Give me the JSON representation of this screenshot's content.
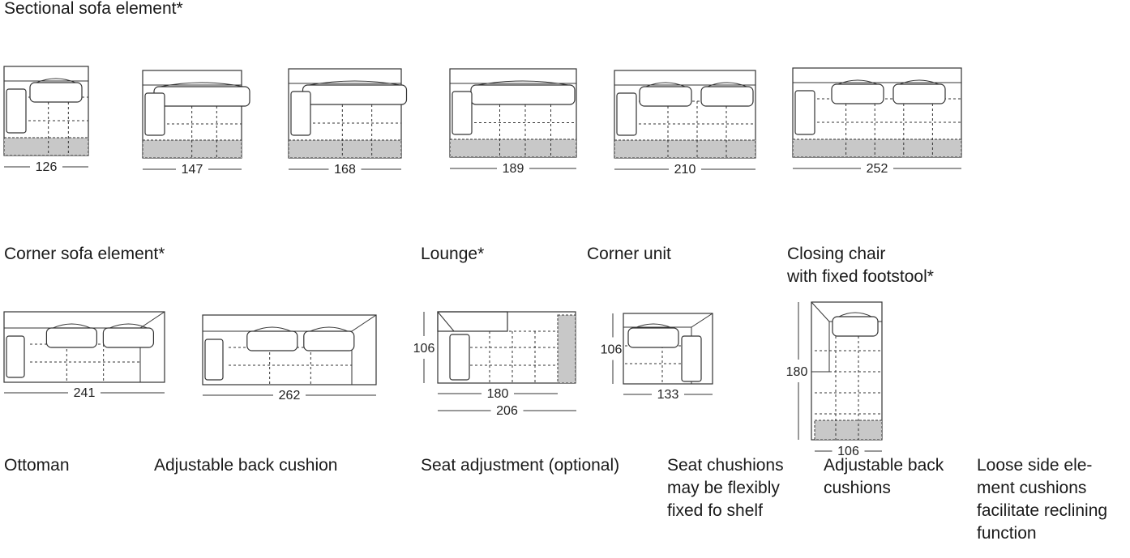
{
  "sections": {
    "sectional": "Sectional sofa element*",
    "corner": "Corner sofa element*",
    "lounge": "Lounge*",
    "corner_unit": "Corner unit",
    "closing_chair": "Closing chair\nwith fixed footstool*"
  },
  "dimensions": {
    "sectional": [
      "126",
      "147",
      "168",
      "189",
      "210",
      "252"
    ],
    "corner": [
      "241",
      "262"
    ],
    "lounge_depth": "106",
    "lounge_widths": [
      "180",
      "206"
    ],
    "corner_unit_depth": "106",
    "corner_unit_width": "133",
    "closing_chair_length": "180",
    "closing_chair_width": "106"
  },
  "features": {
    "ottoman": "Ottoman",
    "adjustable_back_cushion": "Adjustable back cushion",
    "seat_adjustment": "Seat adjustment (optional)",
    "seat_cushions": "Seat chushions\nmay be flexibly\nfixed fo shelf",
    "adjustable_back_cushions": "Adjustable back\ncushions",
    "loose_side_element": "Loose side ele-\nment cushions\nfacilitate reclining\nfunction"
  },
  "colors": {
    "line": "#333333",
    "shade": "#c8c8c8"
  }
}
